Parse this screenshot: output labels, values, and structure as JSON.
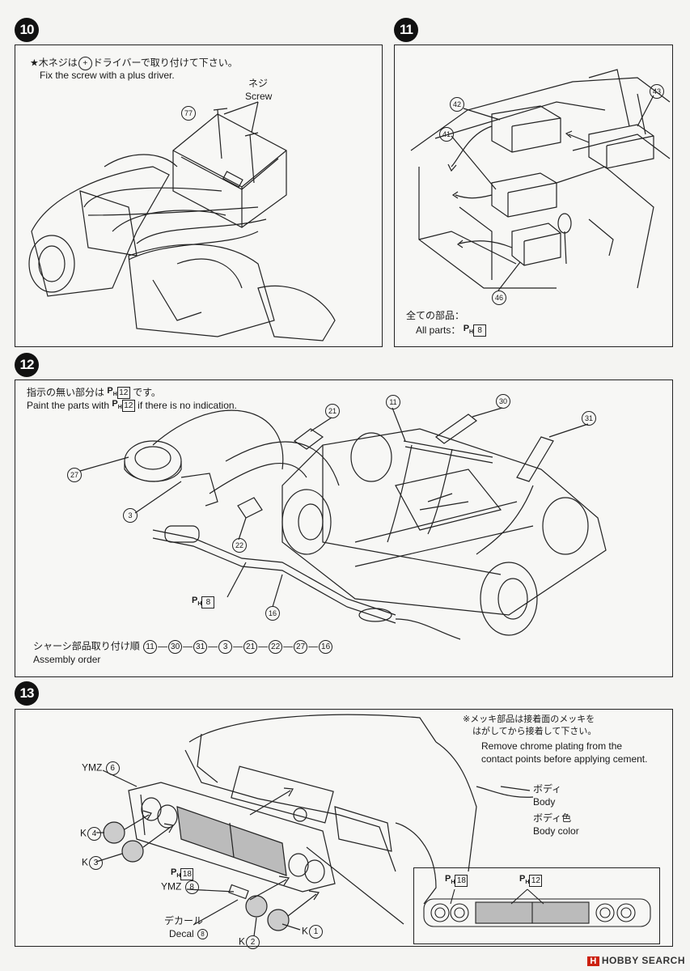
{
  "steps": {
    "s10": {
      "number": "10",
      "note_ja": "★木ネジは",
      "note_ja_driver": "ドライバーで取り付けて下さい。",
      "note_plus": "+",
      "note_en": "Fix the screw with a plus driver.",
      "screw_ja": "ネジ",
      "screw_en": "Screw",
      "part_77": "77"
    },
    "s11": {
      "number": "11",
      "part_41": "41",
      "part_42": "42",
      "part_43": "43",
      "part_46": "46",
      "all_parts_ja": "全ての部品：",
      "all_parts_en": "All parts：",
      "paint_code": "8"
    },
    "s12": {
      "number": "12",
      "note_ja_pre": "指示の無い部分は",
      "note_ja_post": "です。",
      "note_en_pre": "Paint the parts with",
      "note_en_post": "if there is no indication.",
      "default_paint": "12",
      "parts": [
        "21",
        "11",
        "30",
        "31",
        "27",
        "3",
        "22",
        "16"
      ],
      "exhaust_paint": "8",
      "order_ja": "シャーシ部品取り付け順",
      "order_sequence": [
        "11",
        "30",
        "31",
        "3",
        "21",
        "22",
        "27",
        "16"
      ],
      "order_en": "Assembly order"
    },
    "s13": {
      "number": "13",
      "chrome_note_ja_1": "※メッキ部品は接着面のメッキを",
      "chrome_note_ja_2": "はがしてから接着して下さい。",
      "chrome_note_en_1": "Remove chrome plating from the",
      "chrome_note_en_2": "contact points before applying cement.",
      "body_ja": "ボディ",
      "body_en": "Body",
      "body_color_ja": "ボディ色",
      "body_color_en": "Body color",
      "ymz_6_label": "YMZ",
      "ymz_6_num": "6",
      "k4_label": "K",
      "k4_num": "4",
      "k3_label": "K",
      "k3_num": "3",
      "ph18": "18",
      "ymz_8_label": "YMZ",
      "ymz_8_num": "8",
      "decal_ja": "デカール",
      "decal_en": "Decal",
      "decal_num": "8",
      "k2_label": "K",
      "k2_num": "2",
      "k1_label": "K",
      "k1_num": "1",
      "inset_ph18": "18",
      "inset_ph12": "12"
    }
  },
  "watermark": {
    "badge": "H",
    "text": "HOBBY SEARCH"
  }
}
